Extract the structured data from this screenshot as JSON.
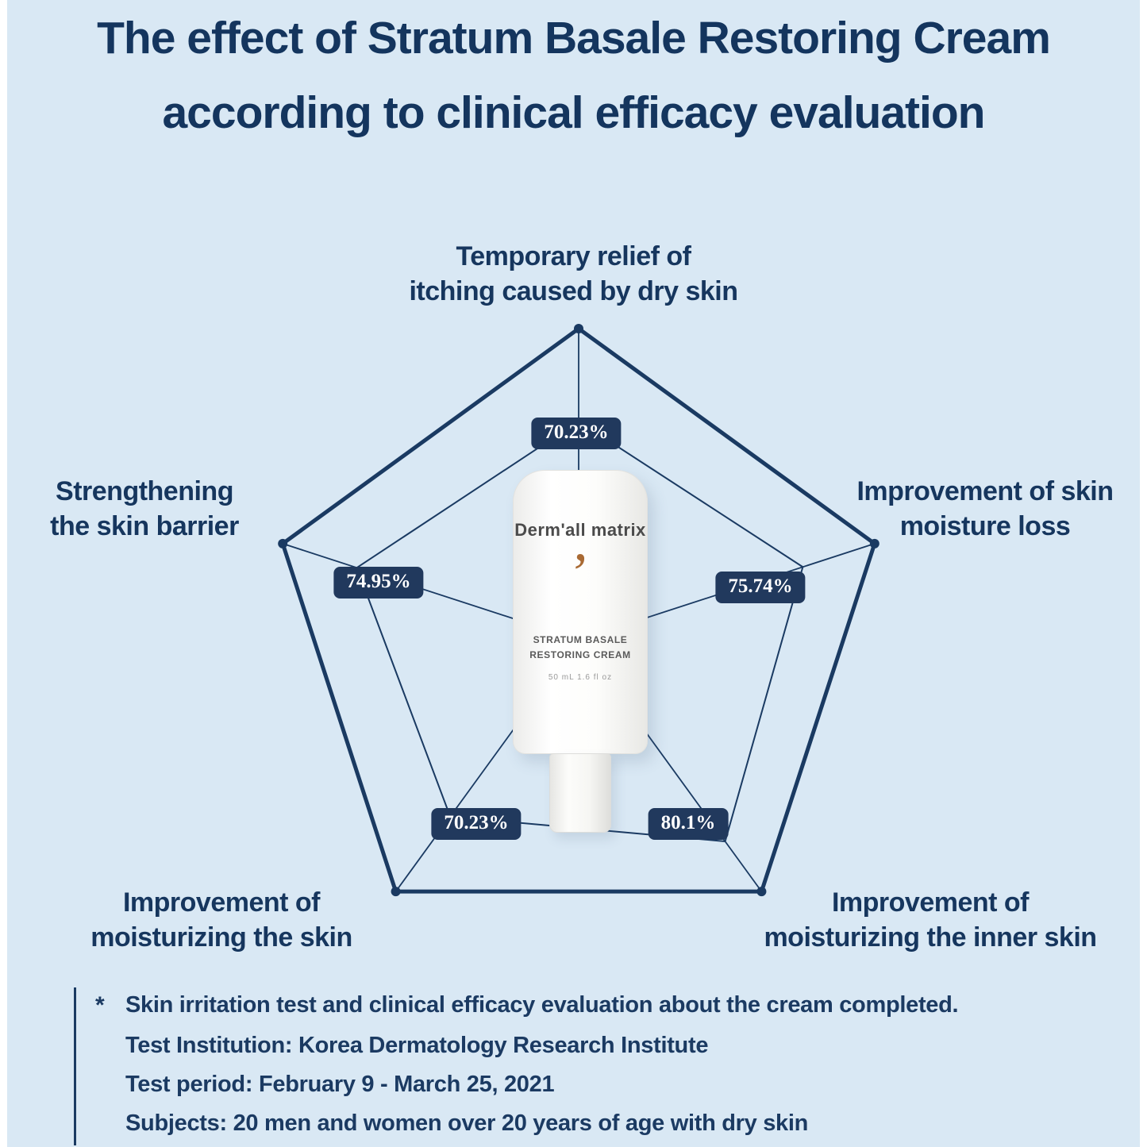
{
  "title": {
    "line1": "The effect of Stratum Basale Restoring Cream",
    "line2": "according to clinical efficacy evaluation"
  },
  "chart_data": {
    "type": "radar",
    "title": "The effect of Stratum Basale Restoring Cream according to clinical efficacy evaluation",
    "categories": [
      "Temporary relief of itching caused by dry skin",
      "Improvement of skin moisture loss",
      "Improvement of moisturizing the inner skin",
      "Improvement of moisturizing the skin",
      "Strengthening the skin barrier"
    ],
    "values": [
      70.23,
      75.74,
      80.1,
      70.23,
      74.95
    ],
    "value_labels": [
      "70.23%",
      "75.74%",
      "80.1%",
      "70.23%",
      "74.95%"
    ],
    "scale_max": 100,
    "grid": "pentagon outline with center spokes and vertex dots",
    "legend": "none"
  },
  "axes": [
    {
      "lines": [
        "Temporary relief of",
        "itching caused by dry skin"
      ],
      "value_label": "70.23%"
    },
    {
      "lines": [
        "Improvement of skin",
        "moisture loss"
      ],
      "value_label": "75.74%"
    },
    {
      "lines": [
        "Improvement of",
        "moisturizing the inner skin"
      ],
      "value_label": "80.1%"
    },
    {
      "lines": [
        "Improvement of",
        "moisturizing the skin"
      ],
      "value_label": "70.23%"
    },
    {
      "lines": [
        "Strengthening",
        "the skin barrier"
      ],
      "value_label": "74.95%"
    }
  ],
  "product": {
    "brand": "Derm'all matrix",
    "mark": "’",
    "name_line1": "STRATUM BASALE",
    "name_line2": "RESTORING CREAM",
    "volume": "50 mL 1.6 fl oz"
  },
  "footnote": {
    "star": "*",
    "lines": [
      "Skin irritation test and clinical efficacy evaluation about the cream completed.",
      "Test Institution: Korea Dermatology Research Institute",
      "Test period: February 9 - March 25, 2021",
      "Subjects: 20 men and women over 20 years of age with dry skin"
    ]
  },
  "colors": {
    "background": "#d9e8f4",
    "navy": "#1a3a62",
    "badge_bg": "#21395d",
    "accent_orange": "#a96a33"
  }
}
